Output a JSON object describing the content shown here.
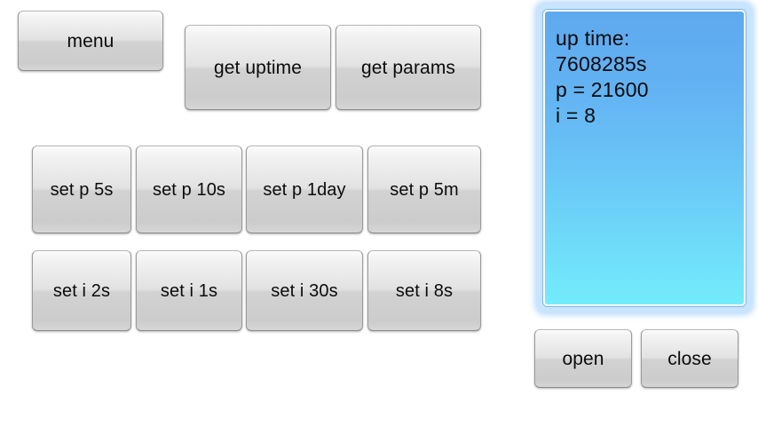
{
  "app": {
    "background_color": "#ffffff"
  },
  "buttons": {
    "menu": {
      "label": "menu"
    },
    "get_uptime": {
      "label": "get uptime"
    },
    "get_params": {
      "label": "get params"
    },
    "set_p": [
      {
        "label": "set p 5s"
      },
      {
        "label": "set p 10s"
      },
      {
        "label": "set p 1day"
      },
      {
        "label": "set p 5m"
      }
    ],
    "set_i": [
      {
        "label": "set i 2s"
      },
      {
        "label": "set i 1s"
      },
      {
        "label": "set i 30s"
      },
      {
        "label": "set i 8s"
      }
    ],
    "open": {
      "label": "open"
    },
    "close": {
      "label": "close"
    }
  },
  "output_panel": {
    "accent_color": "#5fa9ef",
    "text_color": "#0a0a0a",
    "lines": [
      "up time:",
      "7608285s",
      "p = 21600",
      "i = 8"
    ]
  }
}
